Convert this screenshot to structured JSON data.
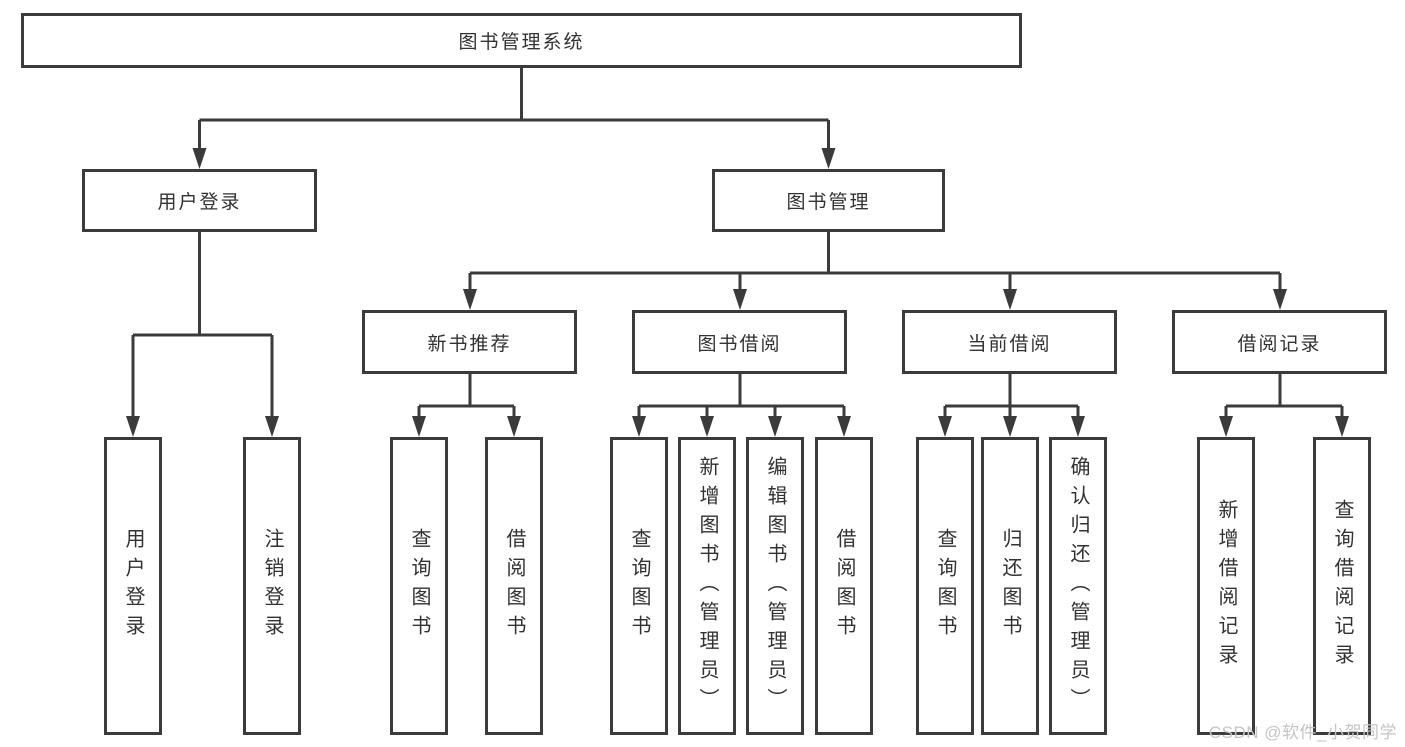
{
  "tree": {
    "root": {
      "label": "图书管理系统",
      "children": [
        {
          "label": "用户登录",
          "children": [
            {
              "label": "用户登录"
            },
            {
              "label": "注销登录"
            }
          ]
        },
        {
          "label": "图书管理",
          "children": [
            {
              "label": "新书推荐",
              "children": [
                {
                  "label": "查询图书"
                },
                {
                  "label": "借阅图书"
                }
              ]
            },
            {
              "label": "图书借阅",
              "children": [
                {
                  "label": "查询图书"
                },
                {
                  "label": "新增图书（管理员）"
                },
                {
                  "label": "编辑图书（管理员）"
                },
                {
                  "label": "借阅图书"
                }
              ]
            },
            {
              "label": "当前借阅",
              "children": [
                {
                  "label": "查询图书"
                },
                {
                  "label": "归还图书"
                },
                {
                  "label": "确认归还（管理员）"
                }
              ]
            },
            {
              "label": "借阅记录",
              "children": [
                {
                  "label": "新增借阅记录"
                },
                {
                  "label": "查询借阅记录"
                }
              ]
            }
          ]
        }
      ]
    }
  },
  "watermark": {
    "text": "CSDN @软件_小贺同学"
  },
  "colors": {
    "line": "#3b3b3b",
    "text": "#323232",
    "watermark": "#c5c5c5",
    "background": "#ffffff"
  }
}
